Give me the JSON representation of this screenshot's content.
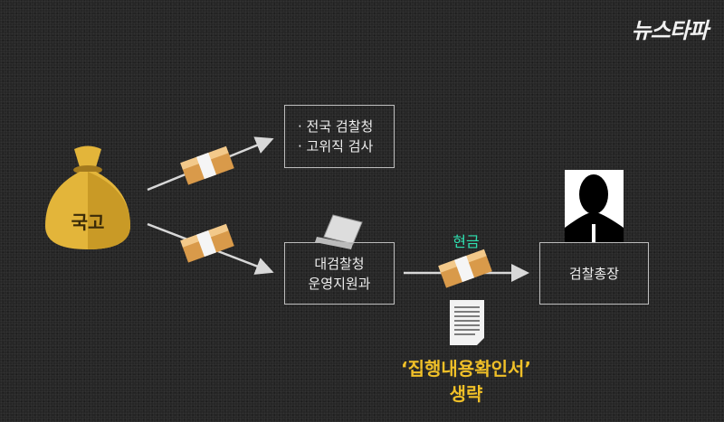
{
  "logo": "뉴스타파",
  "source": {
    "label": "국고"
  },
  "box_top": {
    "items": [
      "· 전국 검찰청",
      "· 고위직 검사"
    ]
  },
  "box_mid": {
    "line1": "대검찰청",
    "line2": "운영지원과"
  },
  "cash_label": "현금",
  "box_right": {
    "label": "검찰총장"
  },
  "note": {
    "line1": "‘집행내용확인서’",
    "line2": "생략"
  },
  "colors": {
    "bag": "#e3b53a",
    "cash": "#2ee0b0",
    "note": "#f0c028"
  }
}
